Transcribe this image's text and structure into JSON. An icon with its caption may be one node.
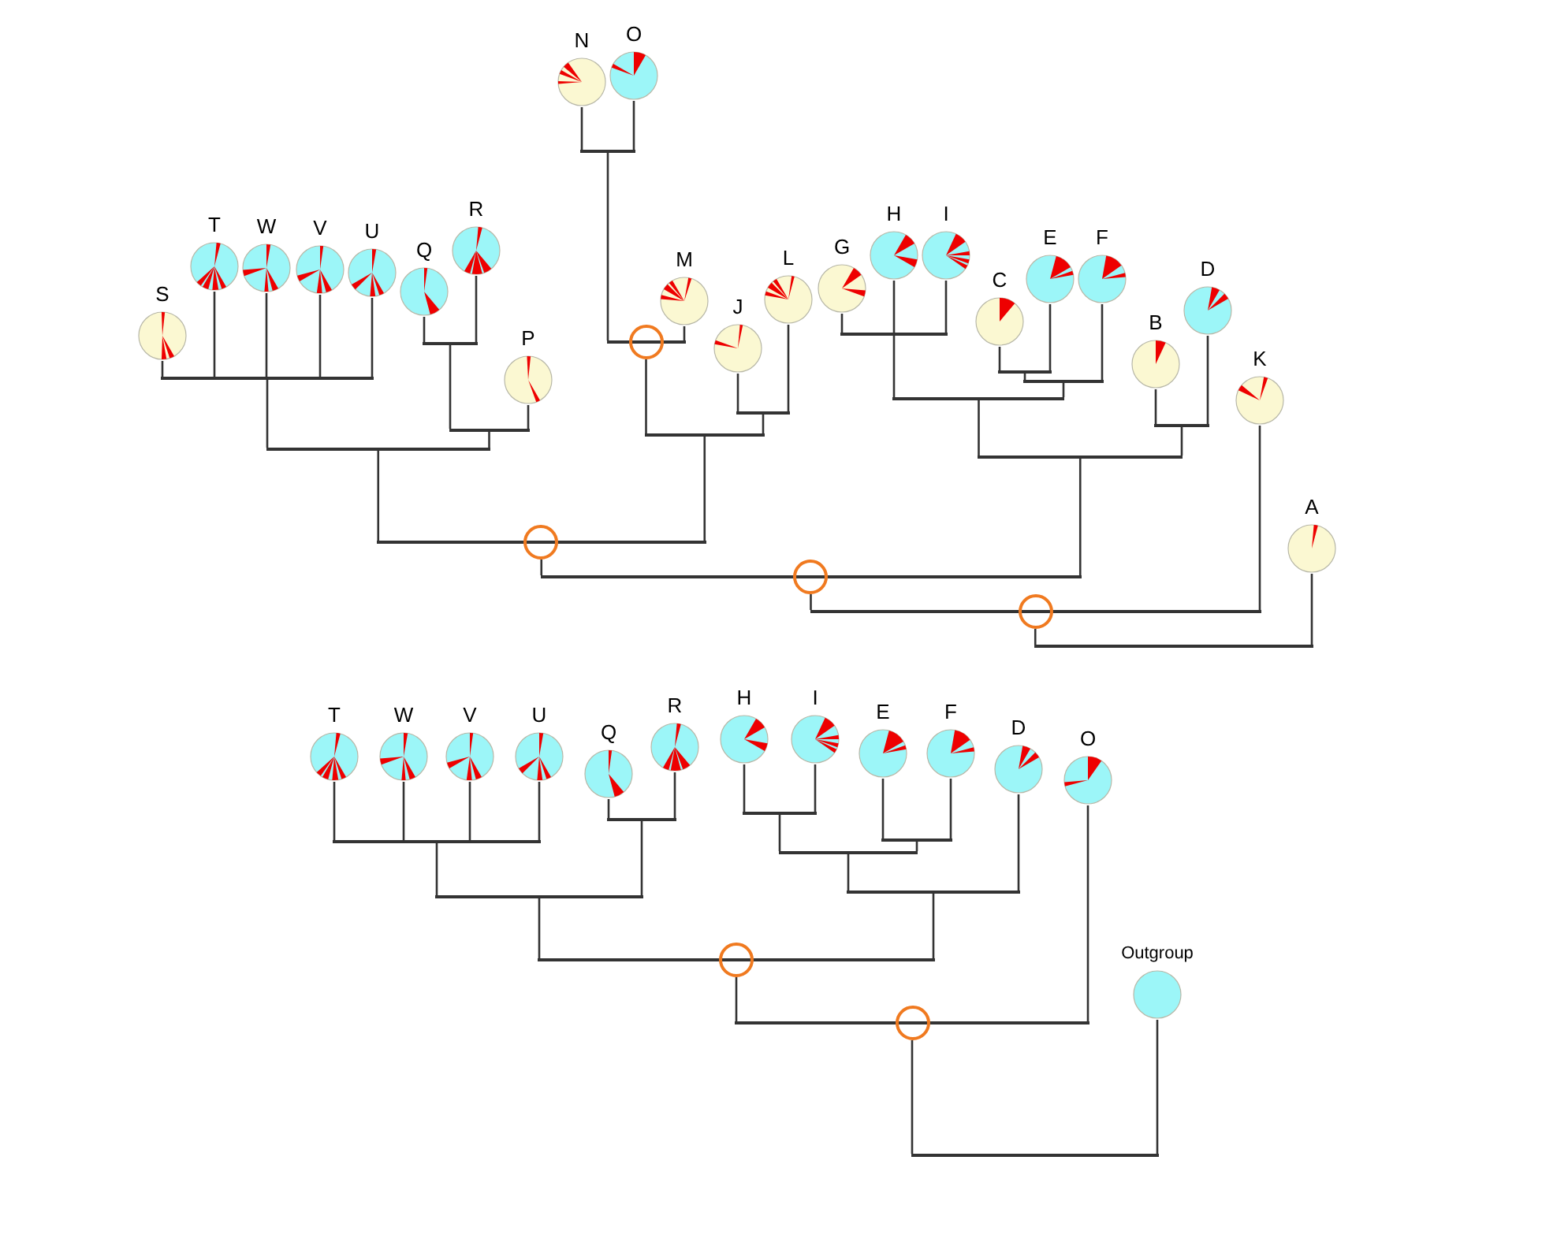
{
  "diagram": {
    "nodes": [
      {
        "text": [
          "S"
        ]
      },
      {
        "text": [
          "T"
        ]
      },
      {
        "text": [
          "W"
        ]
      },
      {
        "text": [
          "V"
        ]
      },
      {
        "text": [
          "U"
        ]
      },
      {
        "text": [
          "Q"
        ]
      },
      {
        "text": [
          "R"
        ]
      },
      {
        "text": [
          "P"
        ]
      },
      {
        "text": [
          "N"
        ]
      },
      {
        "text": [
          "O"
        ]
      },
      {
        "text": [
          "M"
        ]
      },
      {
        "text": [
          "J"
        ]
      },
      {
        "text": [
          "L"
        ]
      },
      {
        "text": [
          "G"
        ]
      },
      {
        "text": [
          "H"
        ]
      },
      {
        "text": [
          "I"
        ]
      },
      {
        "text": [
          "C"
        ]
      },
      {
        "text": [
          "E"
        ]
      },
      {
        "text": [
          "F"
        ]
      },
      {
        "text": [
          "B"
        ]
      },
      {
        "text": [
          "D"
        ]
      },
      {
        "text": [
          "K"
        ]
      },
      {
        "text": [
          "A"
        ]
      },
      {
        "text": [],
        "shape": "bar"
      },
      {
        "text": [],
        "shape": "bar"
      },
      {
        "text": [],
        "shape": "bar"
      },
      {
        "text": [],
        "shape": "bar"
      },
      {
        "text": [],
        "shape": "bar"
      },
      {
        "text": [],
        "shape": "bar"
      },
      {
        "text": [],
        "shape": "bar"
      },
      {
        "text": [],
        "shape": "bar"
      },
      {
        "text": [],
        "shape": "bar"
      },
      {
        "text": [],
        "shape": "bar"
      },
      {
        "text": [],
        "shape": "bar"
      },
      {
        "text": [],
        "shape": "bar"
      },
      {
        "text": [],
        "shape": "bar"
      },
      {
        "text": [],
        "shape": "bar"
      },
      {
        "text": [],
        "shape": "bar"
      },
      {
        "text": [],
        "shape": "bar"
      },
      {
        "text": [],
        "shape": "bar"
      },
      {
        "text": [],
        "shape": "bar"
      },
      {
        "text": [],
        "shape": "circle"
      },
      {
        "text": [],
        "shape": "circle"
      },
      {
        "text": [],
        "shape": "circle"
      },
      {
        "text": [],
        "shape": "circle"
      },
      {
        "text": [
          "T"
        ]
      },
      {
        "text": [
          "W"
        ]
      },
      {
        "text": [
          "V"
        ]
      },
      {
        "text": [
          "U"
        ]
      },
      {
        "text": [
          "Q"
        ]
      },
      {
        "text": [
          "R"
        ]
      },
      {
        "text": [
          "H"
        ]
      },
      {
        "text": [
          "I"
        ]
      },
      {
        "text": [
          "E"
        ]
      },
      {
        "text": [
          "F"
        ]
      },
      {
        "text": [
          "D"
        ]
      },
      {
        "text": [
          "O"
        ]
      },
      {
        "text": [
          "Outgroup"
        ]
      },
      {
        "text": [],
        "shape": "bar"
      },
      {
        "text": [],
        "shape": "bar"
      },
      {
        "text": [],
        "shape": "bar"
      },
      {
        "text": [],
        "shape": "bar"
      },
      {
        "text": [],
        "shape": "bar"
      },
      {
        "text": [],
        "shape": "bar"
      },
      {
        "text": [],
        "shape": "bar"
      },
      {
        "text": [],
        "shape": "bar"
      },
      {
        "text": [],
        "shape": "bar"
      },
      {
        "text": [],
        "shape": "bar"
      },
      {
        "text": [],
        "shape": "circle"
      },
      {
        "text": [],
        "shape": "circle"
      }
    ],
    "edges": [
      {
        "from": 23,
        "to": 0,
        "arrow": "none"
      },
      {
        "from": 23,
        "to": 1,
        "arrow": "none"
      },
      {
        "from": 23,
        "to": 2,
        "arrow": "none"
      },
      {
        "from": 23,
        "to": 3,
        "arrow": "none"
      },
      {
        "from": 23,
        "to": 4,
        "arrow": "none"
      },
      {
        "from": 24,
        "to": 5,
        "arrow": "none"
      },
      {
        "from": 24,
        "to": 6,
        "arrow": "none"
      },
      {
        "from": 25,
        "to": 24,
        "arrow": "none"
      },
      {
        "from": 25,
        "to": 7,
        "arrow": "none"
      },
      {
        "from": 26,
        "to": 23,
        "arrow": "none"
      },
      {
        "from": 26,
        "to": 25,
        "arrow": "none"
      },
      {
        "from": 27,
        "to": 8,
        "arrow": "none"
      },
      {
        "from": 27,
        "to": 9,
        "arrow": "none"
      },
      {
        "from": 28,
        "to": 27,
        "arrow": "none"
      },
      {
        "from": 28,
        "to": 10,
        "arrow": "none"
      },
      {
        "from": 29,
        "to": 11,
        "arrow": "none"
      },
      {
        "from": 29,
        "to": 12,
        "arrow": "none"
      },
      {
        "from": 30,
        "to": 41,
        "arrow": "none"
      },
      {
        "from": 30,
        "to": 29,
        "arrow": "none"
      },
      {
        "from": 31,
        "to": 26,
        "arrow": "none"
      },
      {
        "from": 31,
        "to": 30,
        "arrow": "none"
      },
      {
        "from": 32,
        "to": 13,
        "arrow": "none"
      },
      {
        "from": 32,
        "to": 14,
        "arrow": "none"
      },
      {
        "from": 32,
        "to": 15,
        "arrow": "none"
      },
      {
        "from": 33,
        "to": 16,
        "arrow": "none"
      },
      {
        "from": 33,
        "to": 17,
        "arrow": "none"
      },
      {
        "from": 34,
        "to": 33,
        "arrow": "none"
      },
      {
        "from": 34,
        "to": 18,
        "arrow": "none"
      },
      {
        "from": 35,
        "to": 32,
        "arrow": "none"
      },
      {
        "from": 35,
        "to": 34,
        "arrow": "none"
      },
      {
        "from": 36,
        "to": 19,
        "arrow": "none"
      },
      {
        "from": 36,
        "to": 20,
        "arrow": "none"
      },
      {
        "from": 37,
        "to": 35,
        "arrow": "none"
      },
      {
        "from": 37,
        "to": 36,
        "arrow": "none"
      },
      {
        "from": 38,
        "to": 42,
        "arrow": "none"
      },
      {
        "from": 38,
        "to": 37,
        "arrow": "none"
      },
      {
        "from": 39,
        "to": 43,
        "arrow": "none"
      },
      {
        "from": 39,
        "to": 21,
        "arrow": "none"
      },
      {
        "from": 40,
        "to": 44,
        "arrow": "none"
      },
      {
        "from": 40,
        "to": 22,
        "arrow": "none"
      },
      {
        "from": 58,
        "to": 45,
        "arrow": "none"
      },
      {
        "from": 58,
        "to": 46,
        "arrow": "none"
      },
      {
        "from": 58,
        "to": 47,
        "arrow": "none"
      },
      {
        "from": 58,
        "to": 48,
        "arrow": "none"
      },
      {
        "from": 59,
        "to": 49,
        "arrow": "none"
      },
      {
        "from": 59,
        "to": 50,
        "arrow": "none"
      },
      {
        "from": 60,
        "to": 58,
        "arrow": "none"
      },
      {
        "from": 60,
        "to": 59,
        "arrow": "none"
      },
      {
        "from": 61,
        "to": 51,
        "arrow": "none"
      },
      {
        "from": 61,
        "to": 52,
        "arrow": "none"
      },
      {
        "from": 62,
        "to": 53,
        "arrow": "none"
      },
      {
        "from": 62,
        "to": 54,
        "arrow": "none"
      },
      {
        "from": 63,
        "to": 61,
        "arrow": "none"
      },
      {
        "from": 63,
        "to": 62,
        "arrow": "none"
      },
      {
        "from": 64,
        "to": 63,
        "arrow": "none"
      },
      {
        "from": 64,
        "to": 55,
        "arrow": "none"
      },
      {
        "from": 65,
        "to": 60,
        "arrow": "none"
      },
      {
        "from": 65,
        "to": 64,
        "arrow": "none"
      },
      {
        "from": 66,
        "to": 68,
        "arrow": "none"
      },
      {
        "from": 66,
        "to": 56,
        "arrow": "none"
      },
      {
        "from": 67,
        "to": 69,
        "arrow": "none"
      },
      {
        "from": 67,
        "to": 57,
        "arrow": "none"
      }
    ]
  }
}
